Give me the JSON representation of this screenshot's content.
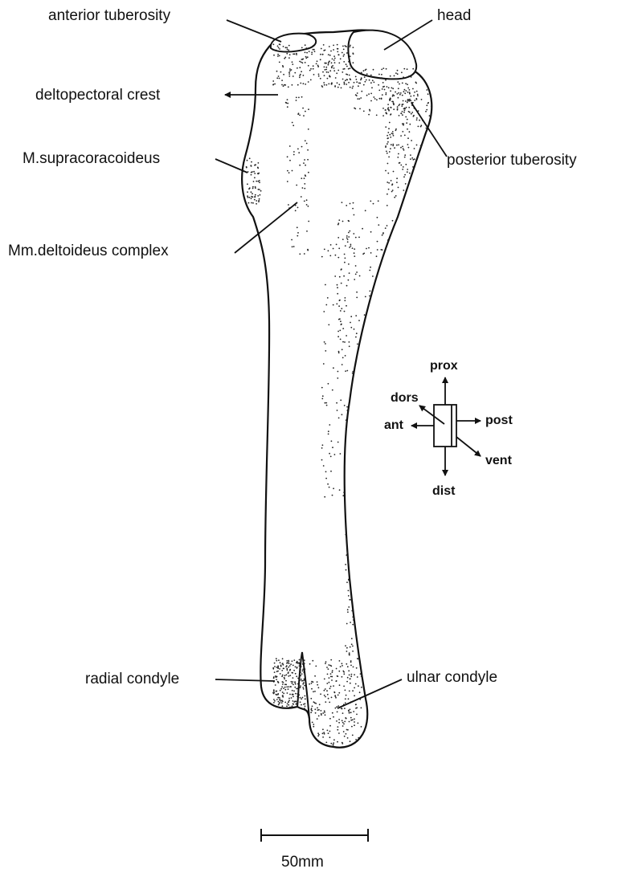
{
  "figure": {
    "labels": {
      "anterior_tuberosity": "anterior tuberosity",
      "head": "head",
      "deltopectoral_crest": "deltopectoral crest",
      "posterior_tuberosity": "posterior tuberosity",
      "m_supracoracoideus": "M.supracoracoideus",
      "mm_deltoideus_complex": "Mm.deltoideus complex",
      "radial_condyle": "radial condyle",
      "ulnar_condyle": "ulnar condyle"
    },
    "orientation": {
      "prox": "prox",
      "dors": "dors",
      "ant": "ant",
      "post": "post",
      "vent": "vent",
      "dist": "dist"
    },
    "scale_bar": {
      "label": "50mm"
    },
    "colors": {
      "ink": "#111111",
      "paper": "#ffffff"
    }
  }
}
